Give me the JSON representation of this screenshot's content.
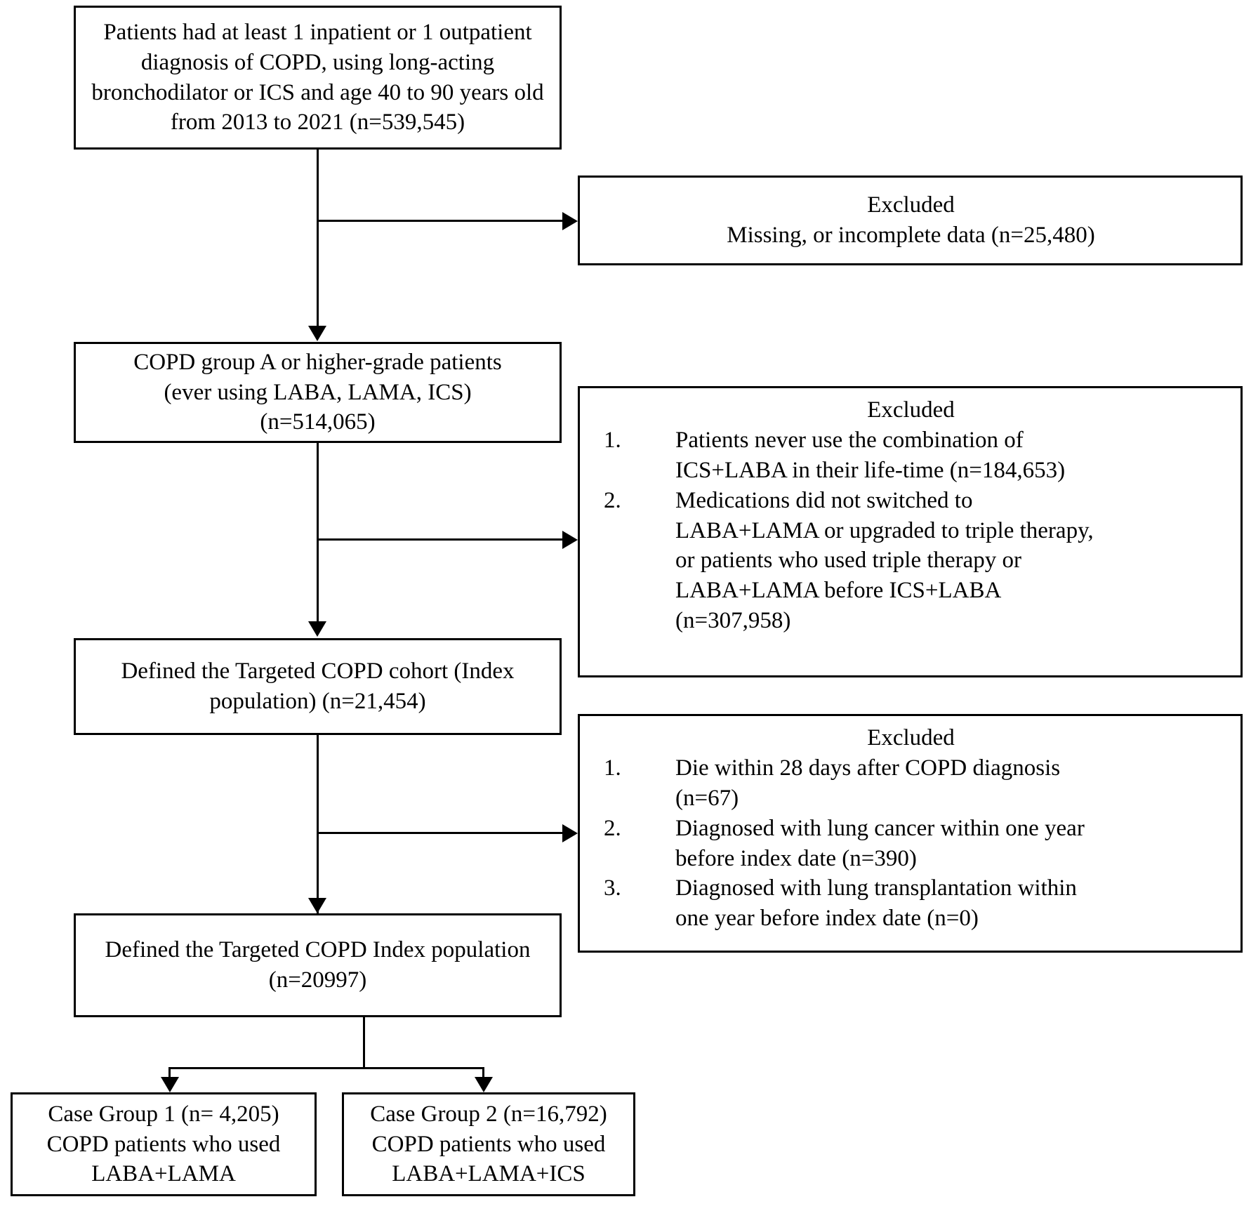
{
  "figure": {
    "type": "flowchart",
    "title": "COPD cohort patient selection flow diagram"
  },
  "main_boxes": [
    {
      "id": "box-enrollment",
      "lines": [
        "Patients had at least 1 inpatient or 1 outpatient",
        "diagnosis of COPD, using long-acting",
        "bronchodilator or ICS and age 40 to 90 years old",
        "from 2013 to 2021 (n=539,545)"
      ],
      "n": "539,545"
    },
    {
      "id": "box-group-a",
      "lines": [
        "COPD group A or higher-grade patients",
        "(ever using LABA, LAMA, ICS)",
        "(n=514,065)"
      ],
      "n": "514,065"
    },
    {
      "id": "box-targeted-cohort",
      "lines": [
        "Defined the Targeted COPD cohort (Index",
        "population) (n=21,454)"
      ],
      "n": "21,454"
    },
    {
      "id": "box-index-population",
      "lines": [
        "Defined the Targeted COPD Index population",
        "(n=20997)"
      ],
      "n": "20997"
    }
  ],
  "excluded_boxes": [
    {
      "id": "excluded-1",
      "header": "Excluded",
      "simple_line": "Missing, or incomplete data (n=25,480)",
      "items": []
    },
    {
      "id": "excluded-2",
      "header": "Excluded",
      "simple_line": "",
      "items": [
        {
          "num": "1.",
          "lines": [
            "Patients never use the combination of",
            "ICS+LABA in their life-time (n=184,653)"
          ]
        },
        {
          "num": "2.",
          "lines": [
            "Medications did not switched to",
            "LABA+LAMA or upgraded to triple therapy,",
            "or patients who used triple therapy or",
            "LABA+LAMA before ICS+LABA",
            "(n=307,958)"
          ]
        }
      ]
    },
    {
      "id": "excluded-3",
      "header": "Excluded",
      "simple_line": "",
      "items": [
        {
          "num": "1.",
          "lines": [
            "Die within 28 days after COPD diagnosis",
            "(n=67)"
          ]
        },
        {
          "num": "2.",
          "lines": [
            "Diagnosed with lung cancer within one year",
            "before index date (n=390)"
          ]
        },
        {
          "num": "3.",
          "lines": [
            "Diagnosed with lung transplantation within",
            "one year before index date (n=0)"
          ]
        }
      ]
    }
  ],
  "case_groups": [
    {
      "id": "case-group-1",
      "lines": [
        "Case Group 1 (n= 4,205)",
        "COPD patients who used",
        "LABA+LAMA"
      ],
      "n": "4,205"
    },
    {
      "id": "case-group-2",
      "lines": [
        "Case Group 2 (n=16,792)",
        "COPD patients who used",
        "LABA+LAMA+ICS"
      ],
      "n": "16,792"
    }
  ],
  "colors": {
    "stroke": "#000000",
    "background": "#ffffff",
    "text": "#000000"
  }
}
